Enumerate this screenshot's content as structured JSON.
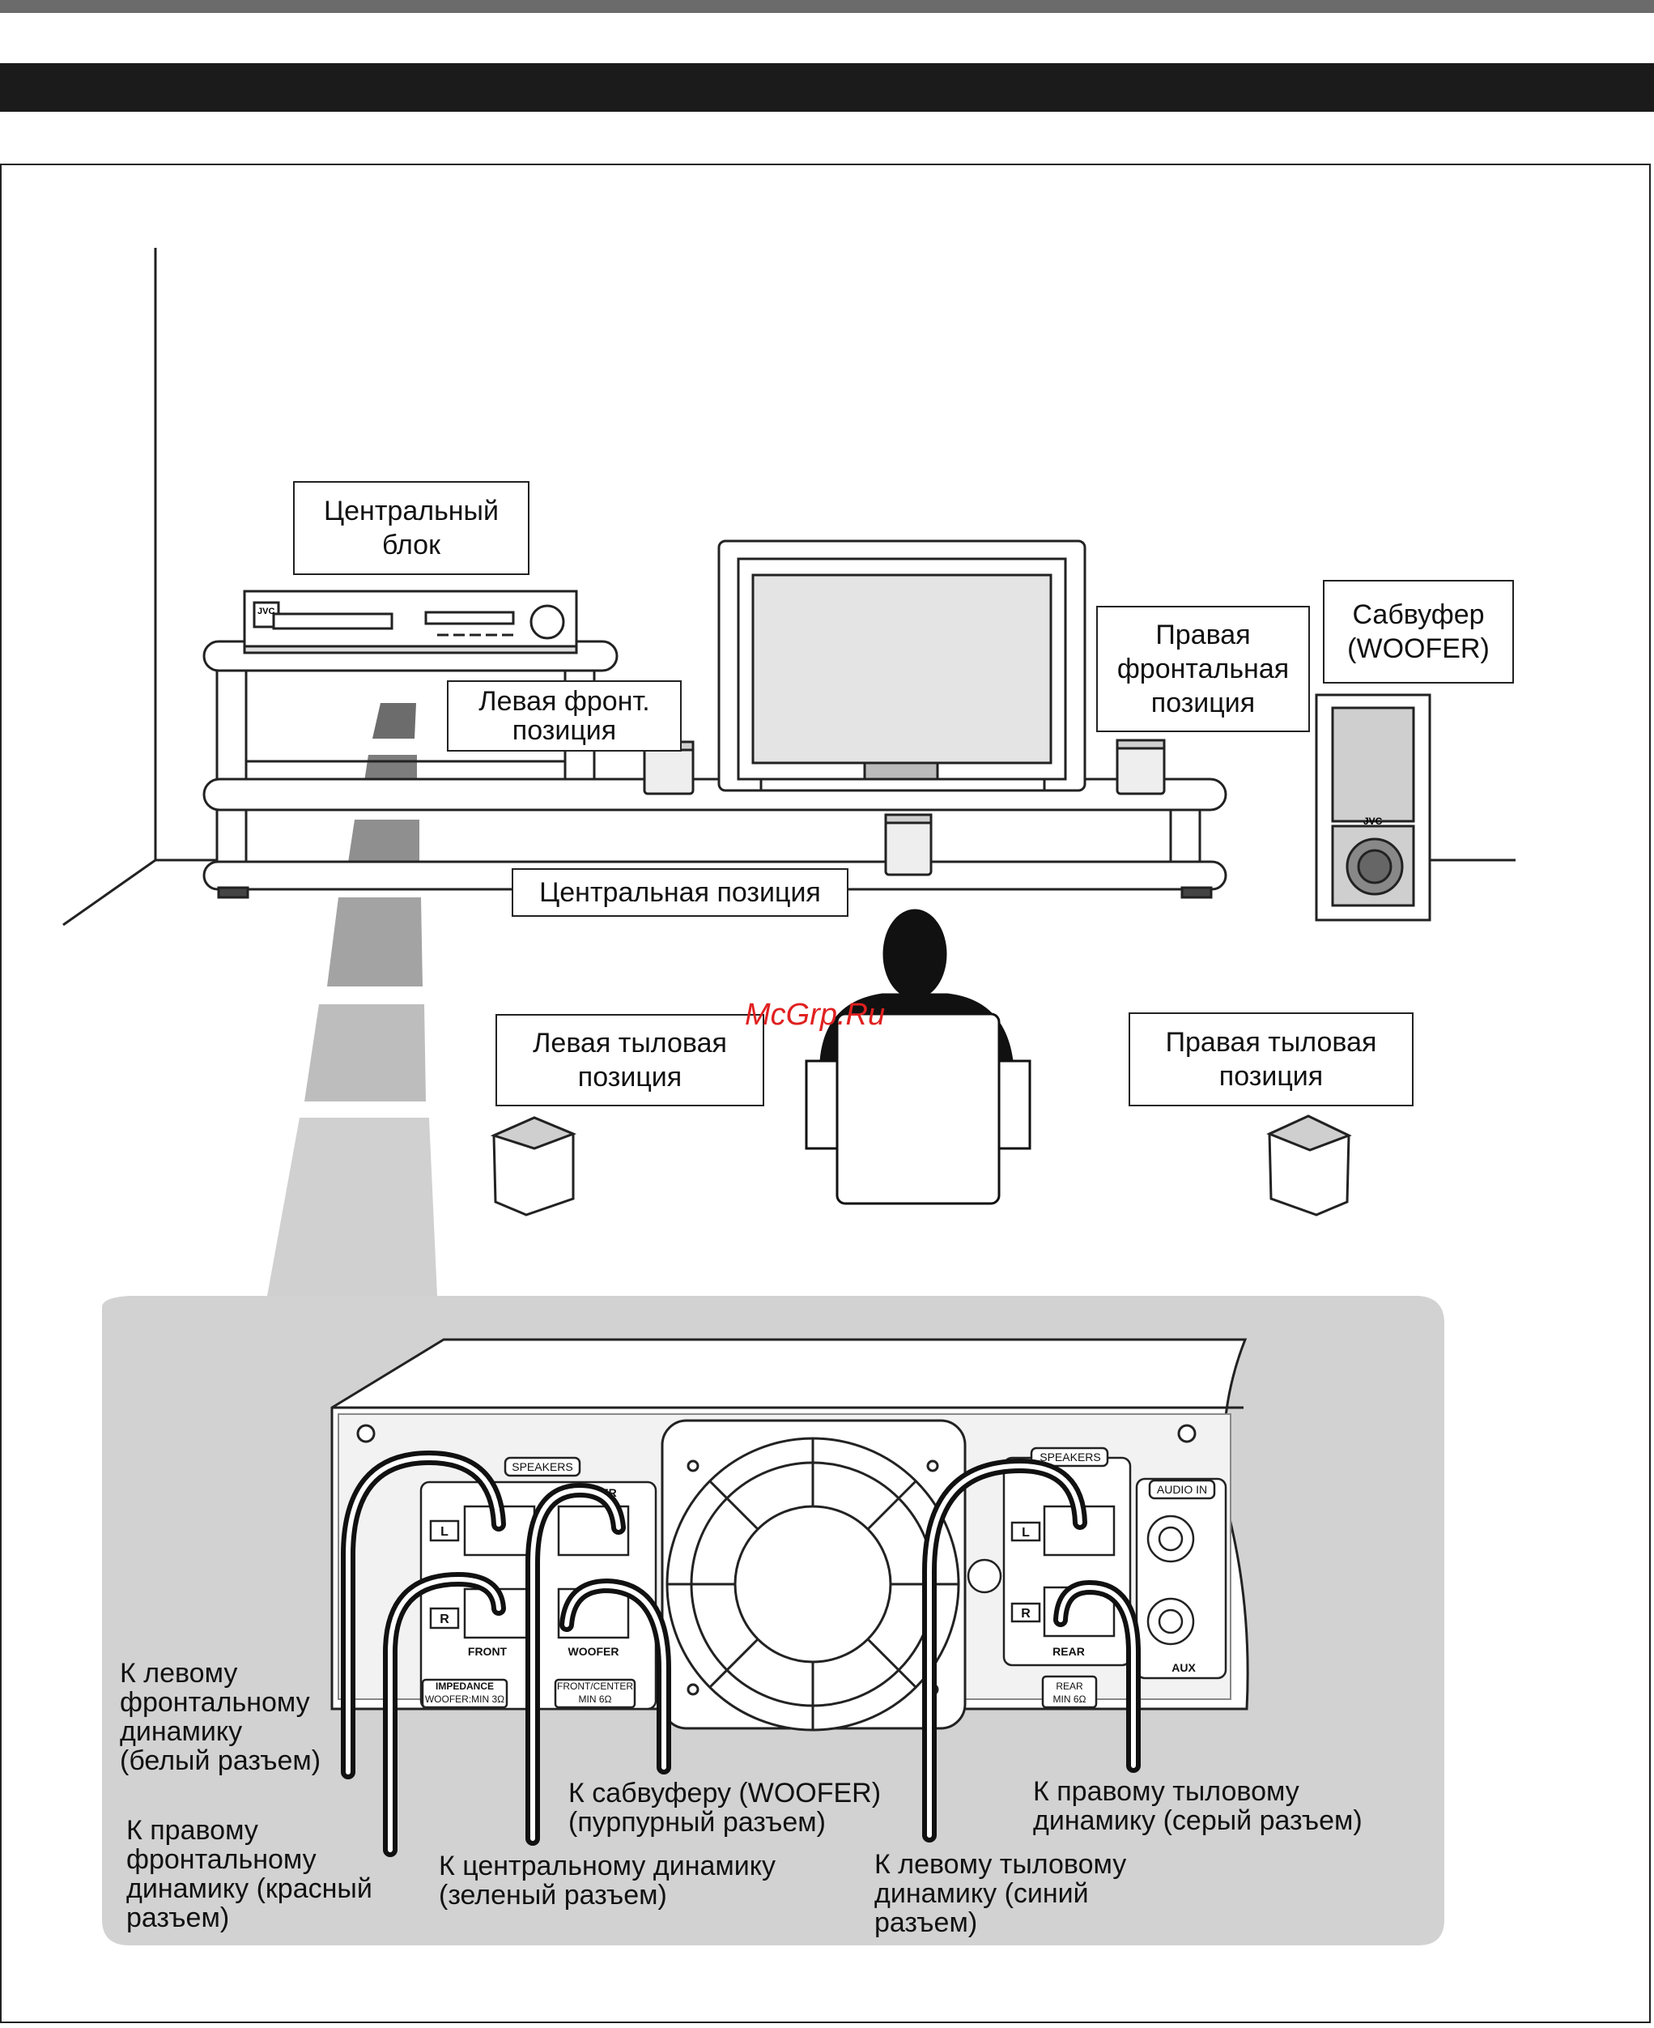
{
  "watermark": "McGrp.Ru",
  "room_labels": {
    "center_unit": "Центральный\nблок",
    "front_left": "Левая фронт.\nпозиция",
    "front_right": "Правая\nфронтальная\nпозиция",
    "subwoofer": "Сабвуфер\n(WOOFER)",
    "center_position": "Центральная позиция",
    "rear_left": "Левая тыловая\nпозиция",
    "rear_right": "Правая тыловая\nпозиция"
  },
  "device_text": {
    "brand": "JVC",
    "speakers_left": "SPEAKERS",
    "speakers_right": "SPEAKERS",
    "center": "CENTER",
    "front": "FRONT",
    "woofer": "WOOFER",
    "rear": "REAR",
    "impedance": "IMPEDANCE",
    "woofer_min": "WOOFER:MIN 3Ω",
    "front_center": "FRONT/CENTER",
    "min6_a": "MIN 6Ω",
    "rear_min": "REAR",
    "min6_b": "MIN 6Ω",
    "audio_in": "AUDIO IN",
    "aux": "AUX",
    "L": "L",
    "R": "R"
  },
  "captions": {
    "front_left_cable": "К левому\nфронтальному\nдинамику\n(белый разъем)",
    "front_right_cable": "К правому\nфронтальному\nдинамику (красный\nразъем)",
    "center_cable": "К центральному динамику\n(зеленый разъем)",
    "woofer_cable": "К сабвуферу (WOOFER)\n(пурпурный разъем)",
    "rear_left_cable": "К левому тыловому\nдинамику (синий\nразъем)",
    "rear_right_cable": "К правому тыловому\nдинамику (серый разъем)"
  }
}
